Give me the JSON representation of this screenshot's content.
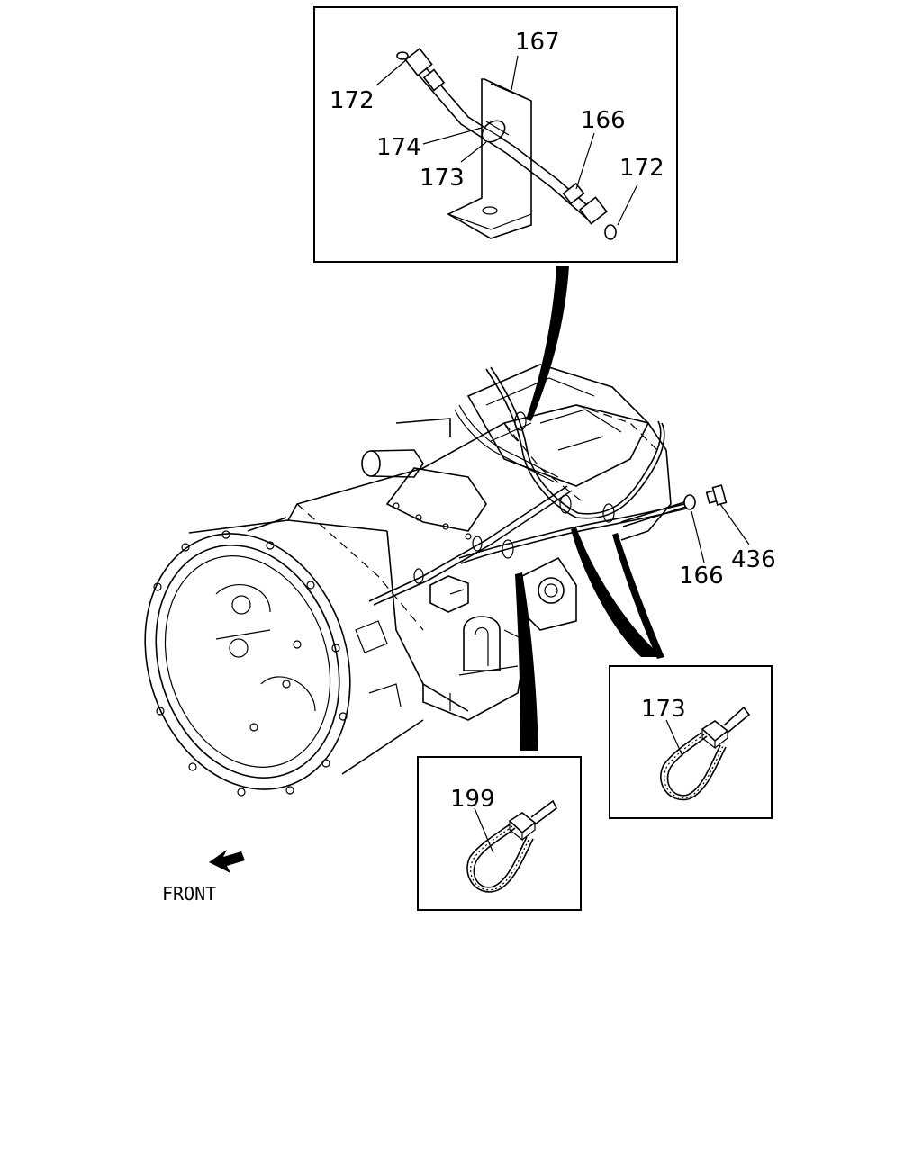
{
  "colors": {
    "line": "#000000",
    "background": "#ffffff"
  },
  "top_inset": {
    "labels": {
      "p167": "167",
      "p172_left": "172",
      "p174": "174",
      "p173": "173",
      "p166": "166",
      "p172_right": "172"
    }
  },
  "main": {
    "labels": {
      "p166": "166",
      "p436": "436"
    },
    "front_label": "FRONT",
    "front_icon": "arrow-left-down-icon"
  },
  "inset_tie_199": {
    "label": "199"
  },
  "inset_tie_173": {
    "label": "173"
  }
}
